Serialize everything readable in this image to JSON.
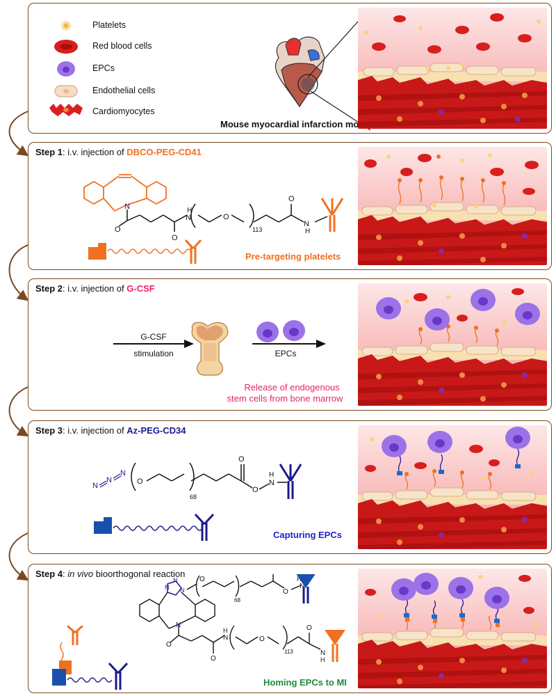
{
  "legend": {
    "platelets": "Platelets",
    "rbc": "Red blood cells",
    "epcs": "EPCs",
    "endothelial": "Endothelial cells",
    "cardiomyocytes": "Cardiomyocytes"
  },
  "model_caption": "Mouse myocardial infarction model",
  "step1": {
    "step": "Step 1",
    "prefix": ": i.v. injection of ",
    "compound": "DBCO-PEG-CD41",
    "caption": "Pre-targeting platelets",
    "sub_113": "113"
  },
  "step2": {
    "step": "Step 2",
    "prefix": ": i.v. injection of ",
    "compound": "G-CSF",
    "arrow1_top": "G-CSF",
    "arrow1_bottom": "stimulation",
    "arrow2_bottom": "EPCs",
    "caption_line1": "Release of endogenous",
    "caption_line2": "stem cells from bone marrow"
  },
  "step3": {
    "step": "Step 3",
    "prefix": ": i.v. injection of ",
    "compound": "Az-PEG-CD34",
    "caption": "Capturing EPCs",
    "sub_68": "68"
  },
  "step4": {
    "step": "Step 4",
    "prefix_em": "in vivo",
    "suffix": " bioorthogonal reaction",
    "caption": "Homing EPCs to MI",
    "sub_68": "68",
    "sub_113": "113"
  },
  "colors": {
    "frame": "#7a4a1e",
    "orange": "#f07020",
    "pink": "#e8226e",
    "navy": "#1a1a8c",
    "blue": "#1f1fd0",
    "green": "#1e8a3a"
  }
}
